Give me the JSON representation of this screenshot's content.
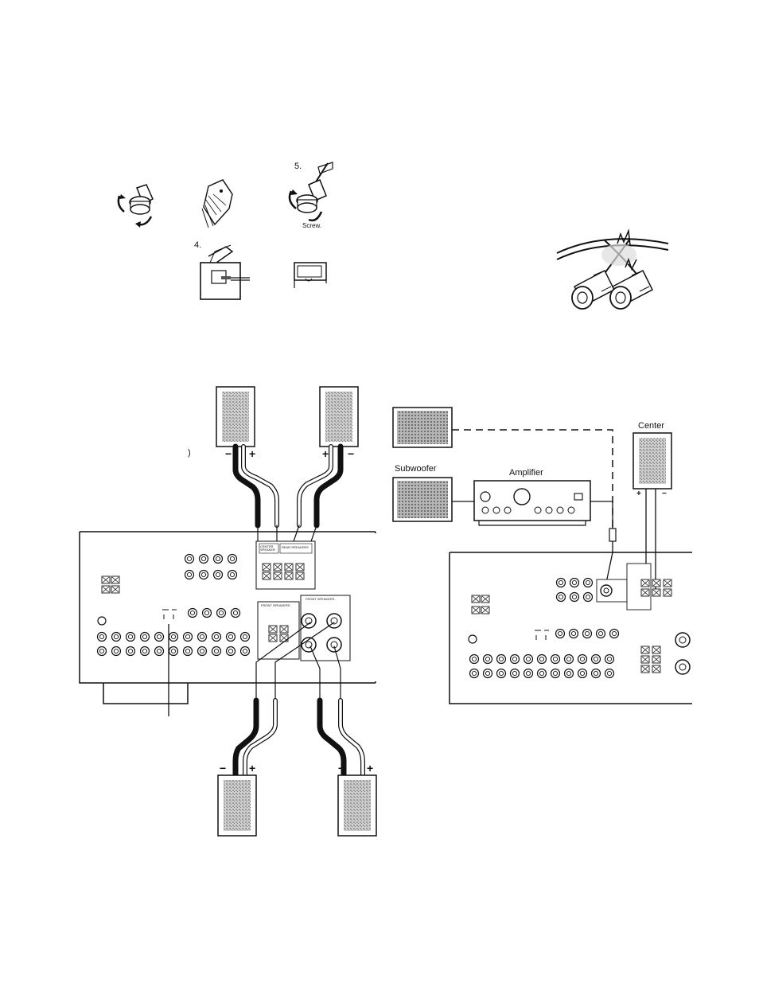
{
  "steps": {
    "step4": "4.",
    "step5": "5.",
    "screw": "Screw."
  },
  "left_diagram": {
    "stray_paren": ")",
    "terminal_labels": {
      "center": "CENTER SPEAKER",
      "rear": "REAR SPEAKERS",
      "front_remote": "FRONT SPEAKERS",
      "front_main": "FRONT SPEAKERS"
    },
    "polarity": {
      "top_left_minus": "−",
      "top_left_plus": "+",
      "top_right_plus": "+",
      "top_right_minus": "−",
      "bottom_left_minus": "−",
      "bottom_left_plus": "+",
      "bottom_right_minus": "−",
      "bottom_right_plus": "+"
    }
  },
  "right_diagram": {
    "center": "Center",
    "subwoofer": "Subwoofer",
    "amplifier": "Amplifier",
    "center_plus": "+",
    "center_minus": "−"
  }
}
